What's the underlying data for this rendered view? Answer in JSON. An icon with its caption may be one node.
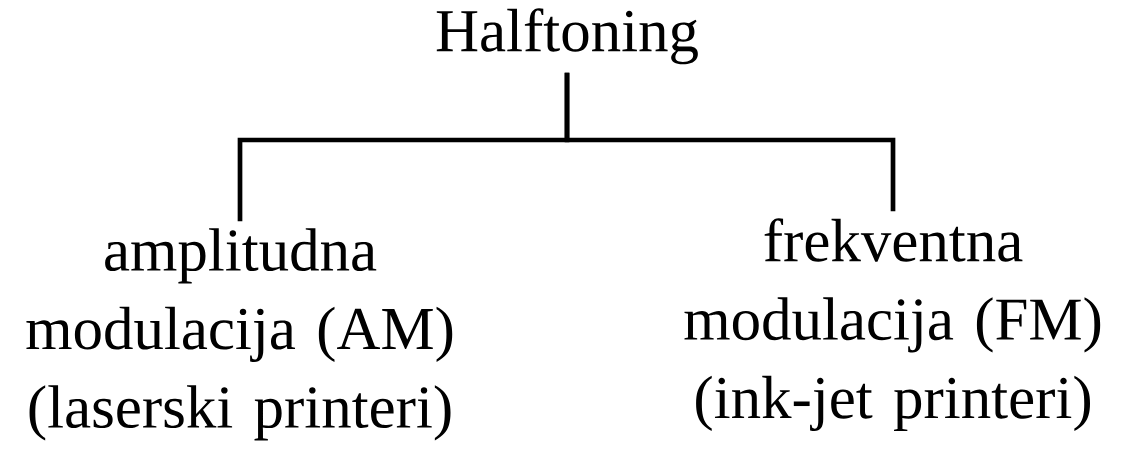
{
  "diagram": {
    "nodes": [
      {
        "text": [
          "Halftoning"
        ]
      },
      {
        "text": [
          "amplitudna modulacija (AM) (laserski printeri)"
        ]
      },
      {
        "text": [
          "frekventna modulacija (FM) (ink-jet printeri)"
        ]
      }
    ],
    "edges": [
      {
        "from": 0,
        "to": 1,
        "arrow": "none"
      },
      {
        "from": 0,
        "to": 2,
        "arrow": "none"
      }
    ]
  }
}
